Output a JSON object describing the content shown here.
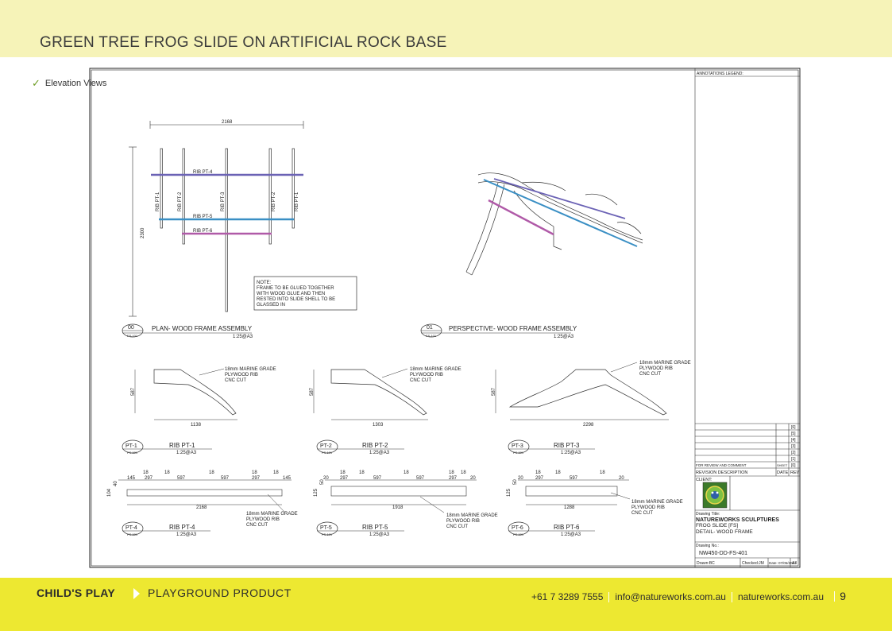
{
  "page": {
    "title": "GREEN TREE FROG SLIDE ON ARTIFICIAL ROCK BASE",
    "checklist_item": "Elevation Views",
    "page_number": "9"
  },
  "footer": {
    "brand": "CHILD'S PLAY",
    "product": "PLAYGROUND PRODUCT",
    "phone": "+61 7 3289 7555",
    "email": "info@natureworks.com.au",
    "website": "natureworks.com.au"
  },
  "plan": {
    "width_dim": "2168",
    "height_dim": "2300",
    "ribs_top": [
      "RIB PT-4",
      "RIB PT-5",
      "RIB PT-6"
    ],
    "ribs_vertical": [
      "RIB PT-1",
      "RIB PT-2",
      "RIB PT-3",
      "RIB PT-2",
      "RIB PT-1"
    ],
    "note": [
      "NOTE:",
      "FRAME TO BE GLUED TOGETHER",
      "WITH WOOD GLUE AND THEN",
      "RESTED INTO SLIDE SHELL TO BE",
      "GLASSED IN"
    ],
    "view_num": "00",
    "view_title": "PLAN- WOOD FRAME ASSEMBLY",
    "view_ref": "FS-101",
    "scale": "1:25@A3"
  },
  "perspective": {
    "view_num": "01",
    "view_title": "PERSPECTIVE- WOOD FRAME ASSEMBLY",
    "view_ref": "FS-101",
    "scale": "1:25@A3"
  },
  "ribs": [
    {
      "tag": "PT-1",
      "title": "RIB PT-1",
      "scale": "1:25@A3",
      "ref": "FS-101",
      "height": "587",
      "length": "1138",
      "note": [
        "18mm MARINE GRADE",
        "PLYWOOD RIB",
        "CNC CUT"
      ]
    },
    {
      "tag": "PT-2",
      "title": "RIB PT-2",
      "scale": "1:25@A3",
      "ref": "FS-101",
      "height": "587",
      "length": "1303",
      "note": [
        "18mm MARINE GRADE",
        "PLYWOOD RIB",
        "CNC CUT"
      ]
    },
    {
      "tag": "PT-3",
      "title": "RIB PT-3",
      "scale": "1:25@A3",
      "ref": "FS-101",
      "height": "587",
      "length": "2298",
      "note": [
        "18mm MARINE GRADE",
        "PLYWOOD RIB",
        "CNC CUT"
      ]
    }
  ],
  "flat_ribs": [
    {
      "tag": "PT-4",
      "title": "RIB PT-4",
      "scale": "1:25@A3",
      "ref": "FS-101",
      "top_dims": [
        "145",
        "18",
        "297",
        "18",
        "597",
        "18",
        "597",
        "18",
        "297",
        "18",
        "145"
      ],
      "side_dims": [
        "104",
        "40"
      ],
      "length": "2168",
      "note": [
        "18mm MARINE GRADE",
        "PLYWOOD RIB",
        "CNC CUT"
      ]
    },
    {
      "tag": "PT-5",
      "title": "RIB PT-5",
      "scale": "1:25@A3",
      "ref": "FS-101",
      "top_dims": [
        "20",
        "18",
        "297",
        "18",
        "597",
        "18",
        "597",
        "18",
        "297",
        "18",
        "20"
      ],
      "side_dims": [
        "125",
        "50"
      ],
      "length": "1918",
      "note": [
        "18mm MARINE GRADE",
        "PLYWOOD RIB",
        "CNC CUT"
      ]
    },
    {
      "tag": "PT-6",
      "title": "RIB PT-6",
      "scale": "1:25@A3",
      "ref": "FS-101",
      "top_dims": [
        "20",
        "18",
        "297",
        "18",
        "597",
        "18",
        "20"
      ],
      "side_dims": [
        "125",
        "50"
      ],
      "length": "1288",
      "note": [
        "18mm MARINE GRADE",
        "PLYWOOD RIB",
        "CNC CUT"
      ]
    }
  ],
  "title_block": {
    "annotations_legend": "ANNOTATIONS LEGEND:",
    "revision_numbers": [
      "[6]",
      "[5]",
      "[4]",
      "[3]",
      "[2]",
      "[1]",
      "[0]"
    ],
    "for_review": "FOR REVIEW AND COMMENT",
    "sheet_ref": "SHEET",
    "revision_description": "REVISION DESCRIPTION",
    "date_label": "DATE",
    "rev_label": "REV",
    "client_label": "CLIENT:",
    "drawing_title_label": "Drawing Title:",
    "company": "NATUREWORKS SCULPTURES",
    "drawing_title_1": "FROG SLIDE [FS]",
    "drawing_title_2": "DETAIL- WOOD FRAME",
    "drawing_no_label": "Drawing No.:",
    "drawing_no": "NW450-DD-FS-401",
    "drawn": "Drawn:BC",
    "checked": "Checked:JM",
    "date": "Date: 07/05/2021",
    "size": "A3"
  },
  "colors": {
    "top_band": "#f6f3b8",
    "bottom_band": "#ede831",
    "rib_pt4": "#6b62b5",
    "rib_pt5": "#3a8fc4",
    "rib_pt6": "#b05aa8"
  }
}
